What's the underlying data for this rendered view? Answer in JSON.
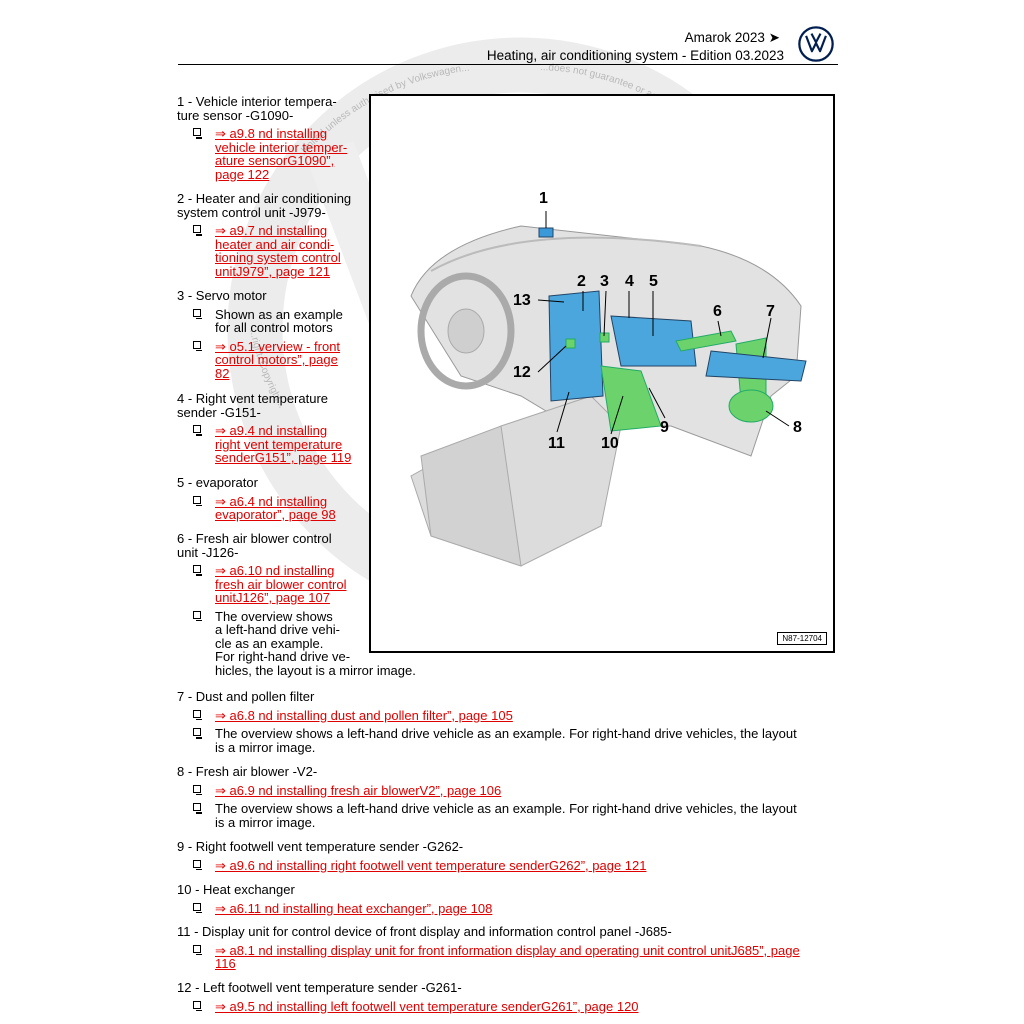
{
  "header": {
    "title": "Amarok 2023 ➤",
    "subtitle": "Heating, air conditioning system - Edition 03.2023"
  },
  "watermark": {
    "text_arc_left": "...limited unless authorised by Volkswagen...",
    "text_arc_right": "...does not guarantee or accept any li...",
    "text_lower": "...right. Copyright..."
  },
  "figure": {
    "id": "N87-12704",
    "callouts": [
      "1",
      "2",
      "3",
      "4",
      "5",
      "6",
      "7",
      "8",
      "9",
      "10",
      "11",
      "12",
      "13"
    ]
  },
  "items": [
    {
      "title": "1 - Vehicle interior tempera-\nture sensor -G1090-",
      "subs": [
        {
          "type": "link",
          "text": "⇒ a9.8 nd installing\nvehicle interior temper-\nature sensorG1090”,\npage 122"
        }
      ]
    },
    {
      "title": "2 - Heater and air conditioning\nsystem control unit -J979-",
      "subs": [
        {
          "type": "link",
          "text": "⇒ a9.7 nd installing\nheater and air condi-\ntioning system control\nunitJ979”, page 121"
        }
      ]
    },
    {
      "title": "3 - Servo motor",
      "subs": [
        {
          "type": "text",
          "text": "Shown as an example\nfor all control motors"
        },
        {
          "type": "link",
          "text": "⇒ o5.1 verview - front\ncontrol motors”, page\n82"
        }
      ]
    },
    {
      "title": "4 - Right vent temperature\nsender -G151-",
      "subs": [
        {
          "type": "link",
          "text": "⇒ a9.4 nd installing\nright vent temperature\nsenderG151”, page 119"
        }
      ]
    },
    {
      "title": "5 - evaporator",
      "subs": [
        {
          "type": "link",
          "text": "⇒ a6.4 nd installing\nevaporator”, page 98"
        }
      ]
    },
    {
      "title": "6 - Fresh air blower control\nunit -J126-",
      "subs": [
        {
          "type": "link",
          "text": "⇒ a6.10 nd installing\nfresh air blower control\nunitJ126”, page 107"
        },
        {
          "type": "text",
          "text": "The overview shows\na left-hand drive vehi-\ncle as an example.\nFor right-hand drive ve-\nhicles, the layout is a mirror image."
        }
      ]
    },
    {
      "title": "7 - Dust and pollen filter",
      "subs": [
        {
          "type": "link",
          "text": "⇒ a6.8 nd installing dust and pollen filter”, page 105"
        },
        {
          "type": "text",
          "text": "The overview shows a left-hand drive vehicle as an example. For right-hand drive vehicles, the layout\nis a mirror image."
        }
      ]
    },
    {
      "title": "8 - Fresh air blower -V2-",
      "subs": [
        {
          "type": "link",
          "text": "⇒ a6.9 nd installing fresh air blowerV2”, page 106"
        },
        {
          "type": "text",
          "text": "The overview shows a left-hand drive vehicle as an example. For right-hand drive vehicles, the layout\nis a mirror image."
        }
      ]
    },
    {
      "title": "9 - Right footwell vent temperature sender -G262-",
      "subs": [
        {
          "type": "link",
          "text": "⇒ a9.6 nd installing right footwell vent temperature senderG262”, page 121"
        }
      ]
    },
    {
      "title": "10 - Heat exchanger",
      "subs": [
        {
          "type": "link",
          "text": "⇒ a6.11 nd installing heat exchanger”, page 108"
        }
      ]
    },
    {
      "title": "11 - Display unit for control device of front display and information control panel -J685-",
      "subs": [
        {
          "type": "link",
          "text": "⇒ a8.1 nd installing display unit for front information display and operating unit control unitJ685”, page\n116"
        }
      ]
    },
    {
      "title": "12 - Left footwell vent temperature sender -G261-",
      "subs": [
        {
          "type": "link",
          "text": "⇒ a9.5 nd installing left footwell vent temperature senderG261”, page 120"
        }
      ]
    }
  ]
}
